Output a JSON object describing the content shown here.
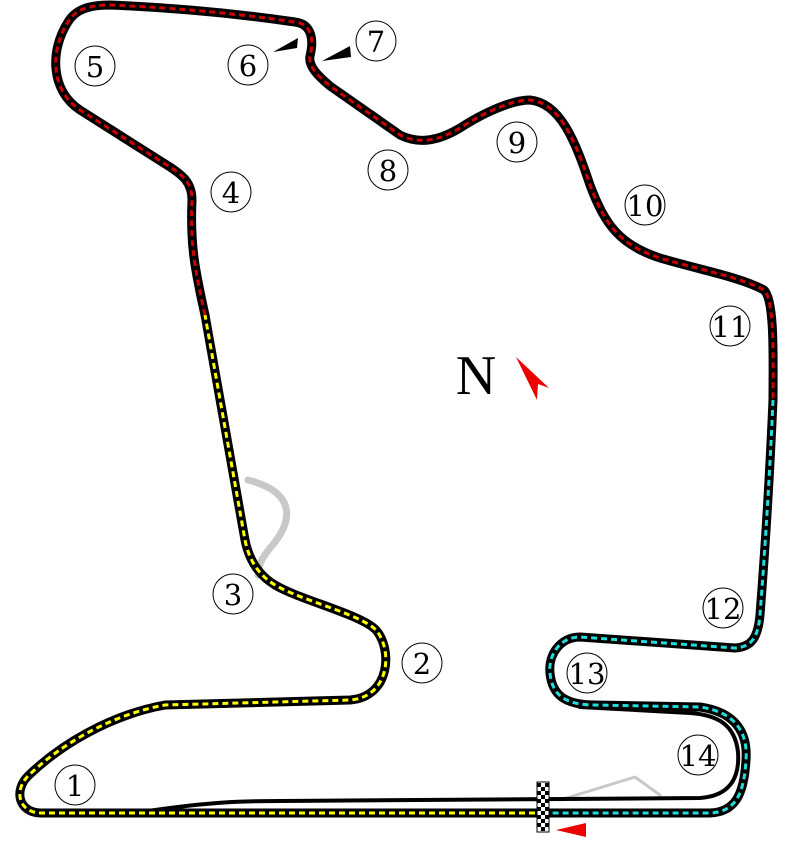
{
  "colors": {
    "track_outline": "#000000",
    "sector_1": "#ffff00",
    "sector_2": "#cc0000",
    "sector_3": "#22dddd",
    "runoff": "#c8c8c8",
    "direction_arrow": "#ee0000",
    "north_arrow": "#ee0000",
    "chicane_marker": "#000000"
  },
  "north": {
    "label": "N",
    "icon": "north-arrow-icon"
  },
  "start_finish": {
    "icon": "checkered-flag-icon",
    "direction_icon": "direction-arrow-icon"
  },
  "sectors": [
    {
      "name": "sector-1",
      "color_key": "sector_1"
    },
    {
      "name": "sector-2",
      "color_key": "sector_2"
    },
    {
      "name": "sector-3",
      "color_key": "sector_3"
    }
  ],
  "turns": [
    {
      "label": "1"
    },
    {
      "label": "2"
    },
    {
      "label": "3"
    },
    {
      "label": "4"
    },
    {
      "label": "5"
    },
    {
      "label": "6"
    },
    {
      "label": "7"
    },
    {
      "label": "8"
    },
    {
      "label": "9"
    },
    {
      "label": "10"
    },
    {
      "label": "11"
    },
    {
      "label": "12"
    },
    {
      "label": "13"
    },
    {
      "label": "14"
    }
  ]
}
